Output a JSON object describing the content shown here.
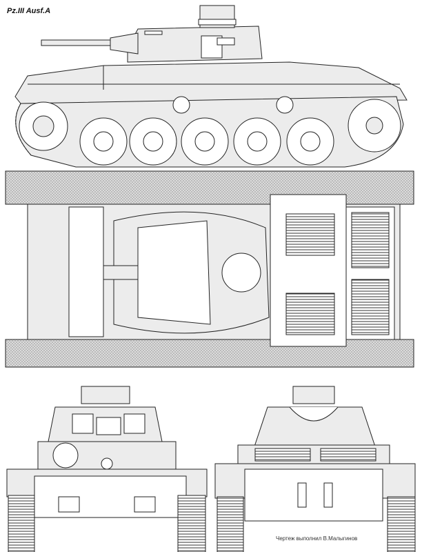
{
  "title": "Pz.III Ausf.A",
  "credit": "Чертеж выполнил В.Малыгинов",
  "views": [
    "side",
    "top",
    "front",
    "rear"
  ]
}
